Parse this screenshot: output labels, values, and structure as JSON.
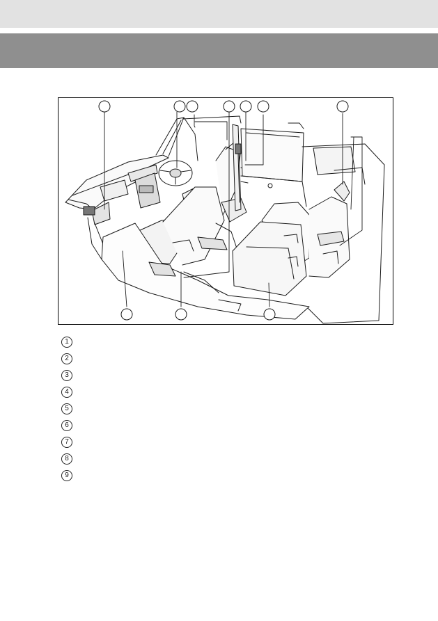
{
  "legend": {
    "items": [
      {
        "number": "1"
      },
      {
        "number": "2"
      },
      {
        "number": "3"
      },
      {
        "number": "4"
      },
      {
        "number": "5"
      },
      {
        "number": "6"
      },
      {
        "number": "7"
      },
      {
        "number": "8"
      },
      {
        "number": "9"
      }
    ]
  },
  "colors": {
    "top_bar": "#e2e2e2",
    "title_bar": "#8f8f8f",
    "line_art": "#1a1a1a"
  }
}
